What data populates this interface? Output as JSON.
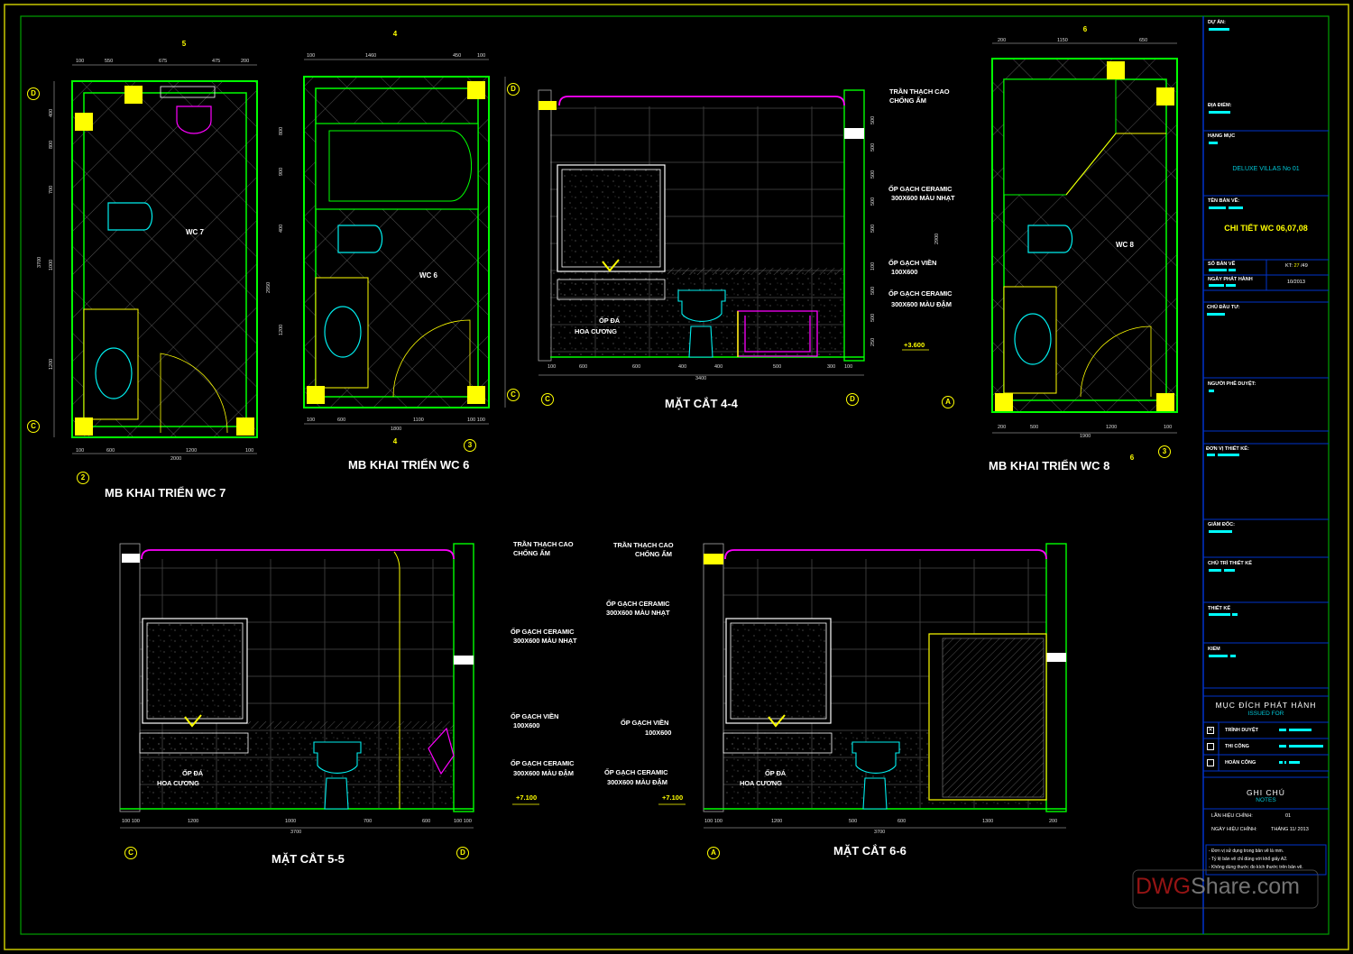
{
  "colors": {
    "border_outer": "#c8c800",
    "border_inner": "#00a000",
    "wall": "#00ff00",
    "column": "#ffff00",
    "fixture": "#00e5e5",
    "ceiling": "#ff00ff",
    "titleblock": "#0033cc",
    "accent_text": "#00c8d8",
    "title_yellow": "#ffff00"
  },
  "views": {
    "wc7": {
      "title": "MB KHAI TRIỂN WC 7",
      "room": "WC 7",
      "grid": [
        "D",
        "C",
        "2",
        "5"
      ],
      "dims_top": [
        "100",
        "550",
        "675",
        "475",
        "200"
      ],
      "dims_bottom": [
        "100",
        "600",
        "1200",
        "100"
      ],
      "dim_total": "2000",
      "dims_left": [
        "400",
        "800",
        "700",
        "1000",
        "1200"
      ],
      "dim_left_total": "3700"
    },
    "wc6": {
      "title": "MB KHAI TRIỂN WC 6",
      "room": "WC 6",
      "grid": [
        "4",
        "D",
        "C",
        "3",
        "4"
      ],
      "dims_top": [
        "100",
        "1460",
        "450",
        "100"
      ],
      "dims_bottom": [
        "100",
        "600",
        "1100",
        "100 100"
      ],
      "dim_total": "1800",
      "dims_right": [
        "800",
        "900",
        "400",
        "1200"
      ],
      "dim_right_total": "2950"
    },
    "s44": {
      "title": "MẶT CẮT 4-4",
      "grid": [
        "C",
        "D"
      ],
      "dims_bottom": [
        "100",
        "600",
        "600",
        "400",
        "400",
        "500",
        "300",
        "100"
      ],
      "dim_total": "3400",
      "elevation": "+3.600",
      "notes": [
        [
          "TRẦN THẠCH CAO",
          "CHỐNG ẨM"
        ],
        [
          "ỐP GẠCH CERAMIC",
          "300X600 MÀU NHẠT"
        ],
        [
          "ỐP GẠCH VIỀN",
          "100X600"
        ],
        [
          "ỐP GẠCH CERAMIC",
          "300X600 MÀU ĐẬM"
        ],
        [
          "ỐP ĐÁ",
          "HOA CƯƠNG"
        ]
      ],
      "dims_right": [
        "500",
        "500",
        "500",
        "500",
        "500",
        "100",
        "500",
        "500",
        "250"
      ],
      "dim_right_total": "2900"
    },
    "wc8": {
      "title": "MB KHAI TRIỂN WC 8",
      "room": "WC 8",
      "grid": [
        "6",
        "A",
        "3",
        "6"
      ],
      "dims_top": [
        "200",
        "1150",
        "650"
      ],
      "dims_bottom": [
        "200",
        "500",
        "1200",
        "100"
      ],
      "dim_total": "1900"
    },
    "s55": {
      "title": "MẶT CẮT 5-5",
      "grid": [
        "C",
        "D"
      ],
      "dims_bottom": [
        "100 100",
        "1200",
        "1000",
        "700",
        "600",
        "100 100"
      ],
      "dim_total": "3700",
      "elevation": "+7.100",
      "notes": [
        [
          "TRẦN THẠCH CAO",
          "CHỐNG ẨM"
        ],
        [
          "ỐP GẠCH CERAMIC",
          "300X600 MÀU NHẠT"
        ],
        [
          "ỐP GẠCH VIỀN",
          "100X600"
        ],
        [
          "ỐP GẠCH CERAMIC",
          "300X600 MÀU ĐẬM"
        ],
        [
          "ỐP ĐÁ",
          "HOA CƯƠNG"
        ]
      ]
    },
    "s66": {
      "title": "MẶT CẮT 6-6",
      "grid": [
        "A"
      ],
      "dims_bottom": [
        "100 100",
        "1200",
        "500",
        "600",
        "1300",
        "200"
      ],
      "dim_total": "3700",
      "elevation": "+7.100",
      "notes": [
        [
          "TRẦN THẠCH CAO",
          "CHỐNG ẨM"
        ],
        [
          "ỐP GẠCH CERAMIC",
          "300X600 MÀU NHẠT"
        ],
        [
          "ỐP GẠCH VIỀN",
          "100X600"
        ],
        [
          "ỐP GẠCH CERAMIC",
          "300X600 MÀU ĐẬM"
        ],
        [
          "ỐP ĐÁ",
          "HOA CƯƠNG"
        ]
      ]
    }
  },
  "titleblock": {
    "du_an": "DỰ ÁN:",
    "dia_diem": "ĐỊA ĐIỂM:",
    "hang_muc": "HẠNG MỤC",
    "hang_muc_value": "DELUXE VILLAS No 01",
    "ten_ban_ve": "TÊN BẢN VẼ:",
    "ten_ban_ve_value": "CHI TIẾT WC 06,07,08",
    "so_ban_ve": "SỐ BẢN VẼ",
    "kt_label": "KT:",
    "kt_value": "27",
    "kt_total": "/49",
    "ngay_phat_hanh": "NGÀY PHÁT HÀNH",
    "ngay_phat_hanh_value": "10/2013",
    "chu_dau_tu": "CHỦ ĐẦU TƯ:",
    "nguoi_phe_duyet": "NGƯỜI PHÊ DUYỆT:",
    "don_vi_thiet_ke": "ĐƠN VỊ THIẾT KẾ:",
    "giam_doc": "GIÁM ĐỐC:",
    "chu_tri_thiet_ke": "CHỦ TRÌ THIẾT KẾ",
    "thiet_ke": "THIẾT KẾ",
    "kiem": "KIỂM",
    "issued_title": "MỤC ĐÍCH PHÁT HÀNH",
    "issued_sub": "ISSUED FOR",
    "issued_options": [
      {
        "label": "TRÌNH DUYỆT",
        "checked": true
      },
      {
        "label": "THI CÔNG",
        "checked": false
      },
      {
        "label": "HOÀN CÔNG",
        "checked": false
      }
    ],
    "notes_title": "GHI CHÚ",
    "notes_sub": "NOTES",
    "lan_hieu_chinh": "LẦN HIỆU CHỈNH:",
    "lan_hieu_chinh_value": "01",
    "ngay_hieu_chinh": "NGÀY HIỆU CHỈNH:",
    "ngay_hieu_chinh_value": "THÁNG 11/ 2013",
    "notes": [
      "- Đơn vị sử dụng trong bản vẽ là mm.",
      "- Tỷ lệ bản vẽ chỉ đúng với khổ giấy A2.",
      "- Không dùng thước đo kích thước trên bản vẽ."
    ]
  },
  "watermark": {
    "part1": "DWG",
    "part2": "Share.com"
  }
}
